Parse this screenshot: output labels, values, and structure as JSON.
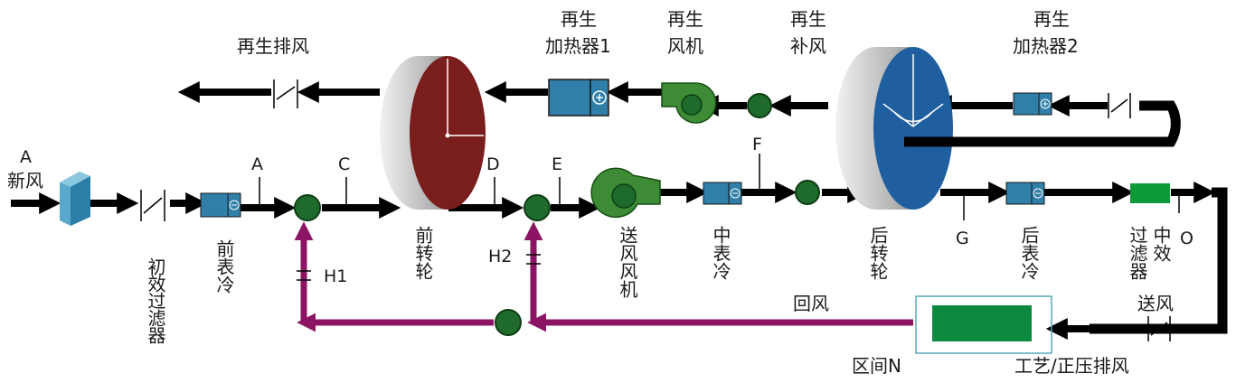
{
  "labels": {
    "regen_exhaust": "再生排风",
    "heater1_line1": "再生",
    "heater1_line2": "加热器1",
    "fan_line1": "再生",
    "fan_line2": "风机",
    "makeup_line1": "再生",
    "makeup_line2": "补风",
    "heater2_line1": "再生",
    "heater2_line2": "加热器2",
    "fresh_a": "A",
    "fresh_air": "新风",
    "pt_A": "A",
    "pt_C": "C",
    "pt_D": "D",
    "pt_E": "E",
    "pt_F": "F",
    "pt_G": "G",
    "pt_O": "O",
    "pt_H1": "H1",
    "pt_H2": "H2",
    "primary_filter": "初效过滤器",
    "pre_cooler": "前表冷",
    "front_wheel": "前转轮",
    "supply_fan": "送风风机",
    "mid_cooler": "中表冷",
    "rear_wheel": "后转轮",
    "rear_cooler": "后表冷",
    "medium_filter_col1": "中效",
    "medium_filter_col2": "过滤器",
    "return_air": "回风",
    "supply_air": "送风",
    "zone": "区间N",
    "process_exhaust": "工艺/正压排风"
  },
  "colors": {
    "line": "#000000",
    "return_line": "#8c1464",
    "front_wheel": "#7a1d1d",
    "rear_wheel": "#1f5fa0",
    "cooler": "#2f7fa8",
    "heater": "#2f7fa8",
    "fan": "#3d8b34",
    "sensor": "#1e6b2c",
    "filter_mid": "#0f9a3a",
    "zone_box": "#0c8a40",
    "primary_filter": "#2f8fb8"
  }
}
